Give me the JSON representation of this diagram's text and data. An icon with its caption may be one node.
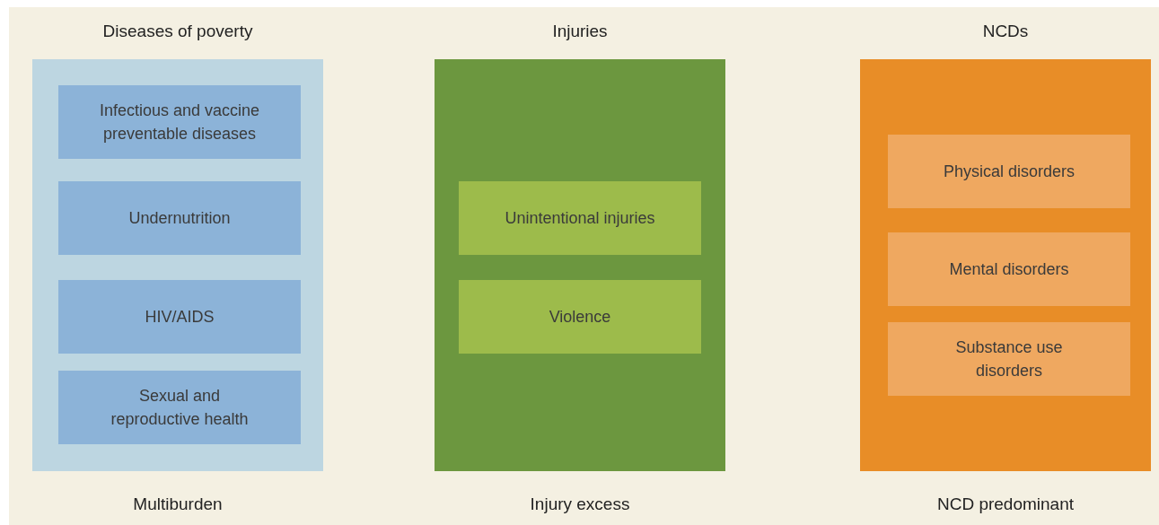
{
  "diagram": {
    "nodes": [
      {
        "text": [
          "Diseases of poverty"
        ],
        "beside": [
          "Multiburden"
        ]
      },
      {
        "text": [
          "Infectious and vaccine preventable diseases"
        ],
        "in": 0
      },
      {
        "text": [
          "Undernutrition"
        ],
        "in": 0
      },
      {
        "text": [
          "HIV/AIDS"
        ],
        "in": 0
      },
      {
        "text": [
          "Sexual and reproductive health"
        ],
        "in": 0
      },
      {
        "text": [
          "Injuries"
        ],
        "beside": [
          "Injury excess"
        ]
      },
      {
        "text": [
          "Unintentional injuries"
        ],
        "in": 5
      },
      {
        "text": [
          "Violence"
        ],
        "in": 5
      },
      {
        "text": [
          "NCDs"
        ],
        "beside": [
          "NCD predominant"
        ]
      },
      {
        "text": [
          "Physical disorders"
        ],
        "in": 8
      },
      {
        "text": [
          "Mental disorders"
        ],
        "in": 8
      },
      {
        "text": [
          "Substance use disorders"
        ],
        "in": 8
      }
    ]
  }
}
